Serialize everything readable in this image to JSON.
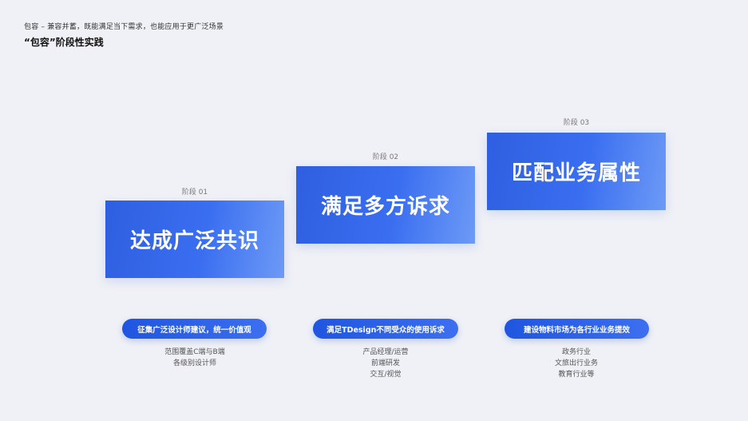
{
  "header": {
    "subtitle": "包容 – 兼容并蓄，既能满足当下需求，也能应用于更广泛场景",
    "title": "“包容”阶段性实践"
  },
  "stages": [
    {
      "label": "阶段 01",
      "title": "达成广泛共识",
      "pill": "征集广泛设计师建议，统一价值观",
      "notes": [
        "范围覆盖C端与B端",
        "各级别设计师"
      ]
    },
    {
      "label": "阶段 02",
      "title": "满足多方诉求",
      "pill": "满足TDesign不同受众的使用诉求",
      "notes": [
        "产品经理/运营",
        "前端研发",
        "交互/视觉"
      ]
    },
    {
      "label": "阶段 03",
      "title": "匹配业务属性",
      "pill": "建设物料市场为各行业业务提效",
      "notes": [
        "政务行业",
        "文旅出行业务",
        "教育行业等"
      ]
    }
  ]
}
